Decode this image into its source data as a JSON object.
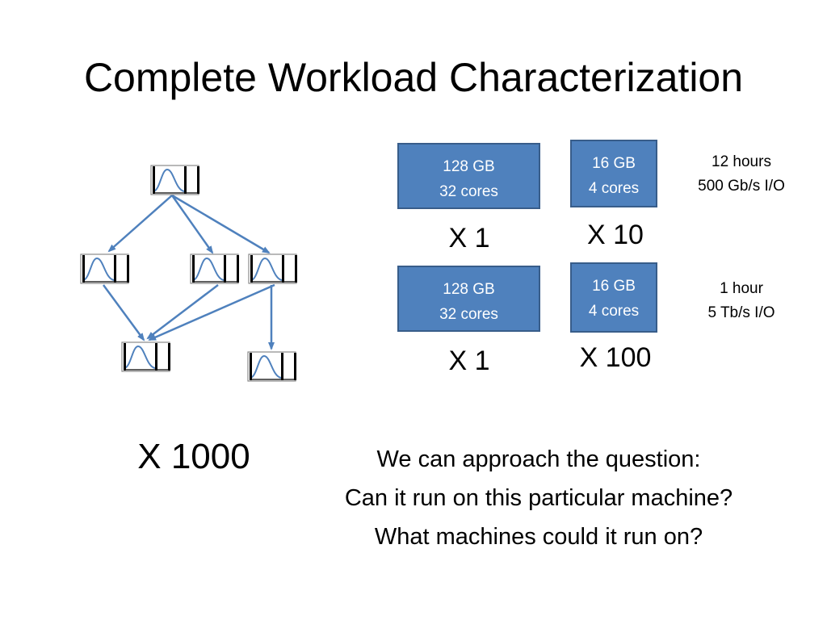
{
  "slide": {
    "title": "Complete Workload Characterization"
  },
  "machines": [
    {
      "memory": "128 GB",
      "cores": "32 cores",
      "multiplier": "X 1"
    },
    {
      "memory": "16 GB",
      "cores": "4 cores",
      "multiplier": "X 10"
    },
    {
      "memory": "128 GB",
      "cores": "32 cores",
      "multiplier": "X 1"
    },
    {
      "memory": "16 GB",
      "cores": "4 cores",
      "multiplier": "X 100"
    }
  ],
  "notes": [
    {
      "duration": "12 hours",
      "io": "500 Gb/s I/O"
    },
    {
      "duration": "1 hour",
      "io": "5 Tb/s I/O"
    }
  ],
  "workflow": {
    "multiplier": "X 1000"
  },
  "question": {
    "line1": "We can approach the question:",
    "line2": "Can it run on this particular machine?",
    "line3": "What machines could it run on?"
  },
  "colors": {
    "box_fill": "#4f81bd",
    "box_border": "#385d8a",
    "edge": "#4f81bd"
  }
}
